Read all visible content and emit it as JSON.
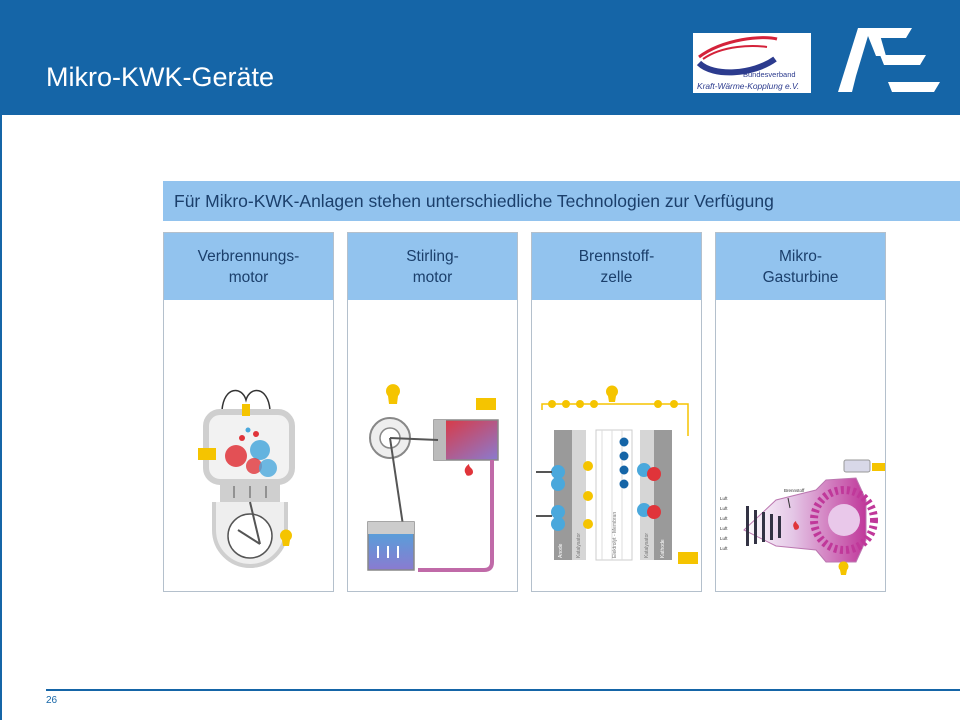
{
  "slide": {
    "title": "Mikro-KWK-Geräte",
    "page_number": "26",
    "banner": "Für Mikro-KWK-Anlagen stehen unterschiedliche Technologien zur Verfügung"
  },
  "logos": {
    "bkwk": {
      "line1": "Bundesverband",
      "line2": "Kraft-Wärme-Kopplung e.V."
    }
  },
  "columns": [
    {
      "line1": "Verbrennungs-",
      "line2": "motor"
    },
    {
      "line1": "Stirling-",
      "line2": "motor"
    },
    {
      "line1": "Brennstoff-",
      "line2": "zelle"
    },
    {
      "line1": "Mikro-",
      "line2": "Gasturbine"
    }
  ],
  "diagram_labels": {
    "fuelcell_layers": [
      "Anode",
      "Katalysator",
      "Elektrolyt - Membran",
      "Katalysator",
      "Kathode"
    ],
    "turbine_fuel": "Brennstoff",
    "turbine_air": "Luft"
  },
  "colors": {
    "header_blue": "#1565a7",
    "banner_blue": "#92c3ee",
    "accent_yellow": "#f5c400",
    "heat_red": "#e0343a",
    "cool_blue": "#4aa8dc",
    "turbine_magenta": "#c0389a"
  }
}
